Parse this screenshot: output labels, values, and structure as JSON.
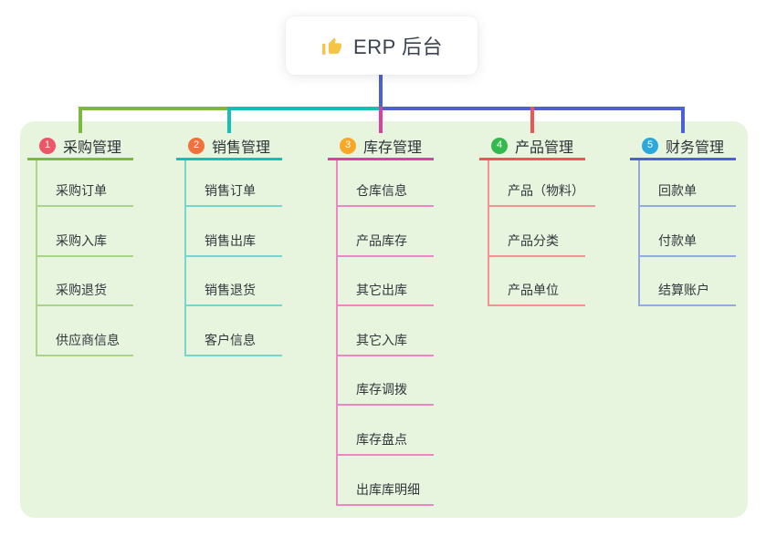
{
  "root": {
    "label": "ERP 后台",
    "icon": "thumbs-up-icon"
  },
  "panel": {
    "background": "#e7f5df"
  },
  "branches": [
    {
      "num": "1",
      "title": "采购管理",
      "badge_color": "#ee5566",
      "line_color": "#7cb93f",
      "child_line_color": "#a9d489",
      "children": [
        "采购订单",
        "采购入库",
        "采购退货",
        "供应商信息"
      ]
    },
    {
      "num": "2",
      "title": "销售管理",
      "badge_color": "#f4703a",
      "line_color": "#16bfb3",
      "child_line_color": "#74d6cd",
      "children": [
        "销售订单",
        "销售出库",
        "销售退货",
        "客户信息"
      ]
    },
    {
      "num": "3",
      "title": "库存管理",
      "badge_color": "#f9a825",
      "line_color": "#d9409f",
      "child_line_color": "#ef86c4",
      "children": [
        "仓库信息",
        "产品库存",
        "其它出库",
        "其它入库",
        "库存调拨",
        "库存盘点",
        "出库库明细"
      ]
    },
    {
      "num": "4",
      "title": "产品管理",
      "badge_color": "#33b94d",
      "line_color": "#f05455",
      "child_line_color": "#f59193",
      "children": [
        "产品（物料）",
        "产品分类",
        "产品单位"
      ]
    },
    {
      "num": "5",
      "title": "财务管理",
      "badge_color": "#2aa9dd",
      "line_color": "#4d61d6",
      "child_line_color": "#93a9e4",
      "children": [
        "回款单",
        "付款单",
        "结算账户"
      ]
    }
  ]
}
